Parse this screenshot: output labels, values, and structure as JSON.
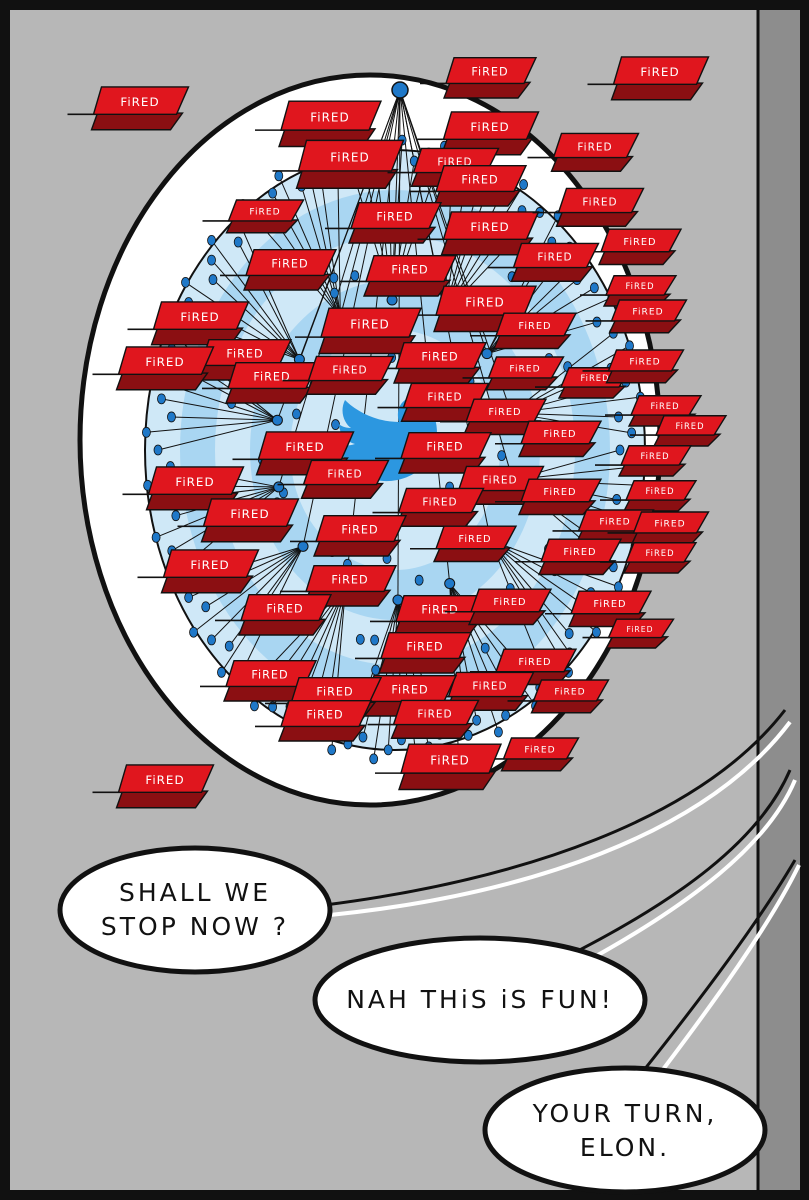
{
  "comic": {
    "dart_label": "FiRED",
    "colors": {
      "wall": "#b7b7b7",
      "wall_shadow": "#8d8d8d",
      "board_white": "#ffffff",
      "board_ring_light": "#cfe8f7",
      "board_ring_mid": "#a9d6f2",
      "node_blue": "#1f78c8",
      "logo_blue": "#2c97e0",
      "dart_red": "#e0161e",
      "dart_dark": "#8b0f12",
      "outline": "#111111"
    },
    "bubbles": [
      {
        "text": "SHALL WE\nSTOP NOW ?"
      },
      {
        "text": "NAH THiS iS FUN!"
      },
      {
        "text": "YOUR TURN,\nELON."
      }
    ]
  }
}
